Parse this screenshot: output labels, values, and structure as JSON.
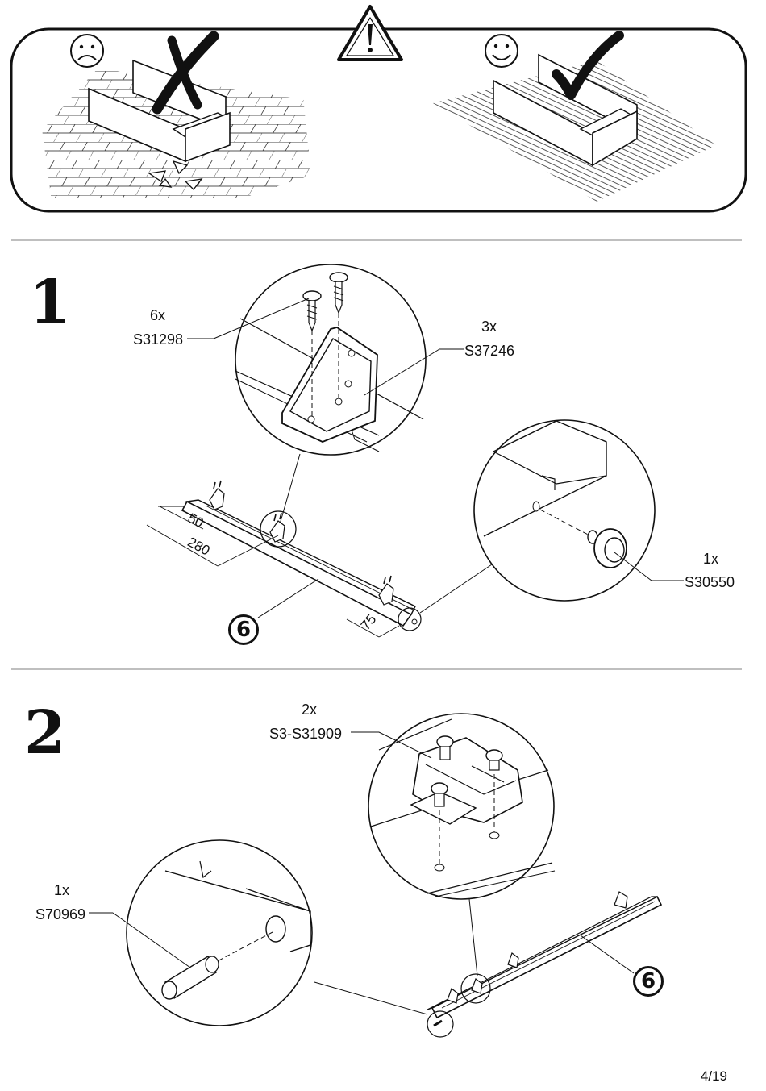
{
  "page": {
    "number": "4/19"
  },
  "warning": {
    "warning_icon": "exclamation-triangle-icon",
    "bad_icon": "sad-face-icon",
    "good_icon": "happy-face-icon",
    "cross_icon": "x-mark-icon",
    "check_icon": "check-mark-icon"
  },
  "step1": {
    "number": "1",
    "screws": {
      "qty": "6x",
      "code": "S31298"
    },
    "brackets": {
      "qty": "3x",
      "code": "S37246"
    },
    "foot": {
      "qty": "1x",
      "code": "S30550"
    },
    "dim_50": "50",
    "dim_280": "280",
    "dim_75": "75",
    "part": "6"
  },
  "step2": {
    "number": "2",
    "runners": {
      "qty": "2x",
      "code": "S3-S31909"
    },
    "dowel": {
      "qty": "1x",
      "code": "S70969"
    },
    "part": "6"
  }
}
